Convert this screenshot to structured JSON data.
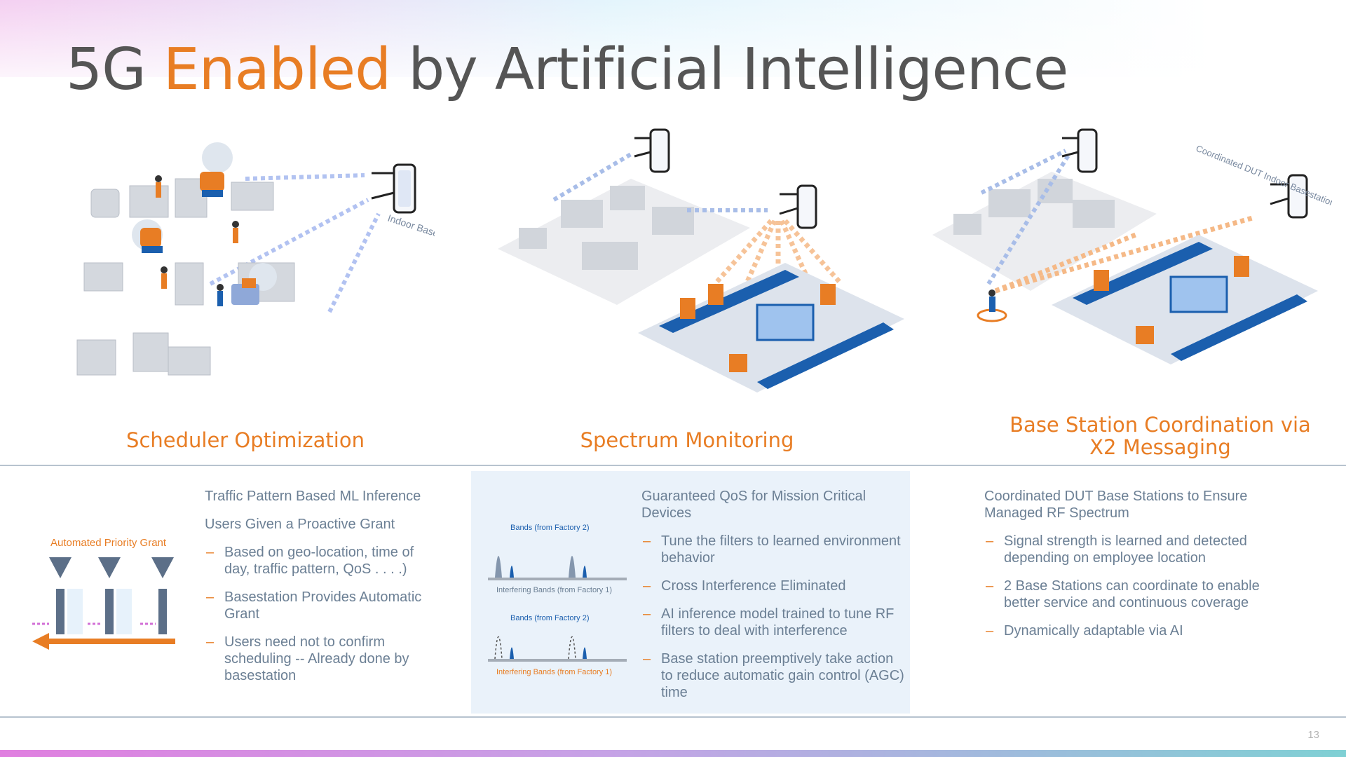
{
  "title": {
    "part1": "5G ",
    "accent": "Enabled",
    "part2": " by Artificial Intelligence"
  },
  "page_number": "13",
  "columns": [
    {
      "heading": "Scheduler Optimization",
      "illustration_label": "Indoor Basestation",
      "diagram": {
        "label": "Automated Priority Grant"
      },
      "lead": [
        "Traffic Pattern Based ML Inference",
        "Users Given a Proactive Grant"
      ],
      "bullets": [
        "Based on geo-location, time of day, traffic pattern, QoS . . . .)",
        "Basestation Provides Automatic Grant",
        "Users need not to confirm scheduling -- Already done by basestation"
      ]
    },
    {
      "heading": "Spectrum Monitoring",
      "diagram": {
        "bands_1": "Bands (from Factory 2)",
        "interfering_1": "Interfering Bands (from Factory 1)",
        "bands_2": "Bands (from Factory 2)",
        "interfering_2": "Interfering Bands (from Factory 1)"
      },
      "lead": [
        "Guaranteed QoS for Mission Critical Devices"
      ],
      "bullets": [
        "Tune the filters to learned environment behavior",
        "Cross Interference Eliminated",
        "AI inference model trained to tune RF filters to deal with interference",
        "Base station preemptively take action to reduce automatic gain control (AGC) time"
      ]
    },
    {
      "heading": "Base Station Coordination via X2 Messaging",
      "illustration_label": "Coordinated DUT Indoor Basestations",
      "lead": [
        "Coordinated DUT Base Stations to Ensure Managed RF Spectrum"
      ],
      "bullets": [
        "Signal strength is learned and detected depending on employee location",
        "2 Base Stations can coordinate to enable better service and continuous coverage",
        "Dynamically adaptable via AI"
      ]
    }
  ],
  "colors": {
    "accent": "#e87d24",
    "text": "#6b7f94",
    "title": "#555555",
    "panel": "#eaf2fa",
    "blue": "#1b5fae"
  }
}
